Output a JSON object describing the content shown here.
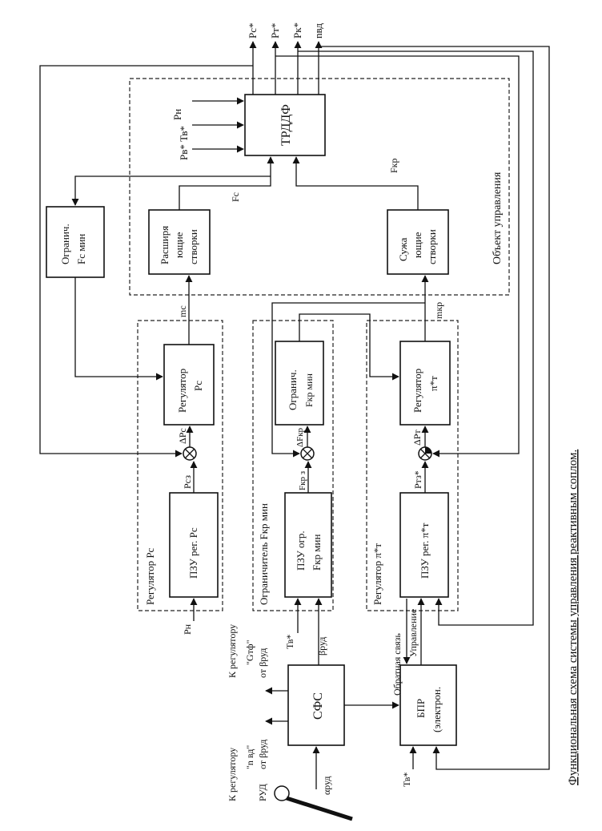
{
  "caption": "Функциональная схема системы управления реактивным соплом.",
  "object_group": "Объект управления",
  "group_pc": "Регулятор Рс",
  "group_fkp": "Ограничитель Fкр мин",
  "group_pit": "Регулятор π*т",
  "blocks": {
    "trddf": "ТРДДФ",
    "limit_fc_1": "Огранич.",
    "limit_fc_2": "Fc мин",
    "expanding_1": "Расширя",
    "expanding_2": "ющие",
    "expanding_3": "створки",
    "narrowing_1": "Сужа",
    "narrowing_2": "ющие",
    "narrowing_3": "створки",
    "reg_pc_1": "Регулятор",
    "reg_pc_2": "Рс",
    "limit_fkp_1": "Огранич.",
    "limit_fkp_2": "Fкр мин",
    "reg_pit_1": "Регулятор",
    "reg_pit_2": "π*т",
    "pzu_pc": "ПЗУ рег. Рс",
    "pzu_fkp_1": "ПЗУ огр.",
    "pzu_fkp_2": "Fкр мин",
    "pzu_pit": "ПЗУ рег. π*т",
    "sfs": "СФС",
    "bpr_1": "БПР",
    "bpr_2": "(электрон."
  },
  "signals": {
    "pc_star": "Рс*",
    "pt_star": "Рт*",
    "pk_star": "Рк*",
    "nvd": "nвд",
    "pn_in": "Рн",
    "pv_tv": "Рв* Тв*",
    "fc": "Fс",
    "fkp": "Fкр",
    "mc": "mс",
    "mkp": "mкр",
    "delta_pc": "ΔРс",
    "delta_fkp": "ΔFкр",
    "delta_pt": "ΔРт",
    "pc_set": "Рсз",
    "fkp_set": "Fкр з",
    "pt_set": "Ртз*",
    "pn_bottom": "Рн",
    "tv_bottom": "Тв*",
    "beta_rud": "βруд",
    "alpha_rud": "αруд",
    "tv_bpr": "Тв*",
    "feedback": "Обратная связь",
    "control": "Управление",
    "rud": "РУД",
    "to_reg1": "К регулятору",
    "nvd_label": "\"n вд\"",
    "from_beta1": "от βруд",
    "to_reg2": "К регулятору",
    "gtf_label": "\"Gтф\"",
    "from_beta2": "от βруд"
  }
}
